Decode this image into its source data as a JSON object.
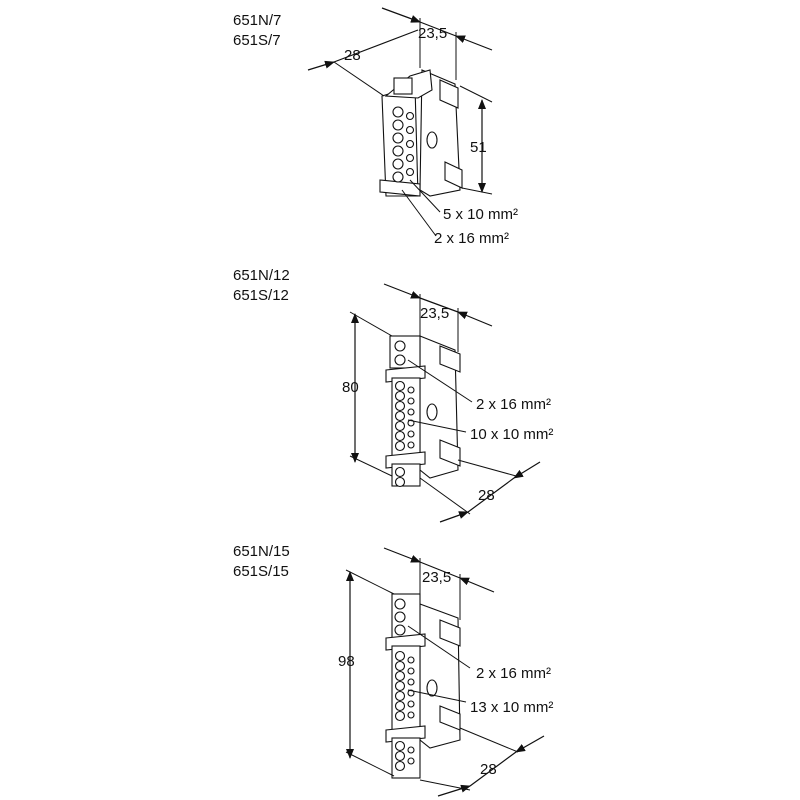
{
  "drawings": [
    {
      "models": [
        "651N/7",
        "651S/7"
      ],
      "dims": {
        "width": "23,5",
        "depth": "28",
        "height": "51"
      },
      "callouts": [
        "5 x 10 mm²",
        "2 x 16 mm²"
      ]
    },
    {
      "models": [
        "651N/12",
        "651S/12"
      ],
      "dims": {
        "width": "23,5",
        "depth": "28",
        "height": "80"
      },
      "callouts": [
        "2 x 16 mm²",
        "10 x 10 mm²"
      ]
    },
    {
      "models": [
        "651N/15",
        "651S/15"
      ],
      "dims": {
        "width": "23,5",
        "depth": "28",
        "height": "98"
      },
      "callouts": [
        "2 x 16 mm²",
        "13 x 10 mm²"
      ]
    }
  ]
}
